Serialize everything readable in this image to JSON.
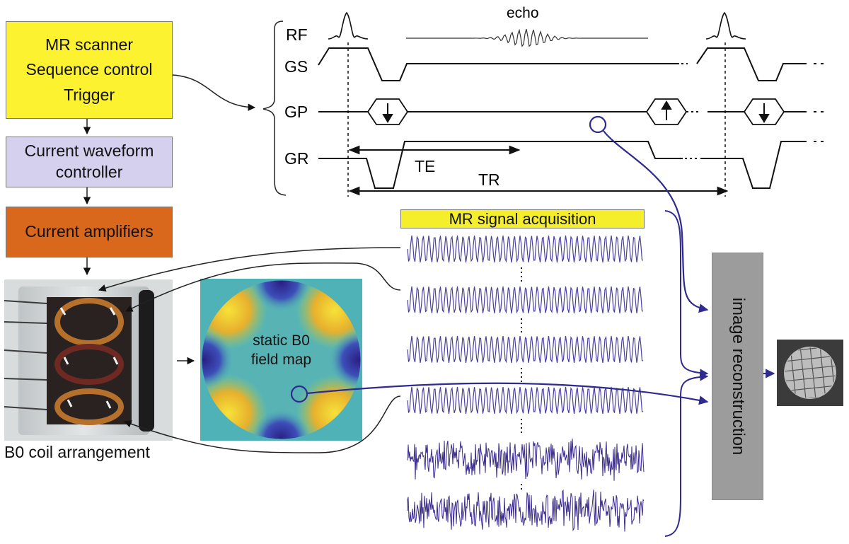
{
  "colors": {
    "scanner_box": "#fdf22f",
    "waveform_box": "#d4d0ee",
    "amplifier_box": "#d9671c",
    "signal_header": "#f5ee2a",
    "signal_line": "#4b3fa0",
    "noise_line": "#3a2a8c",
    "data_flow": "#2e2a8e",
    "recon_box": "#9c9c9c"
  },
  "blocks": {
    "scanner_lines": [
      "MR scanner",
      "Sequence control",
      "Trigger"
    ],
    "waveform_lines": [
      "Current waveform",
      "controller"
    ],
    "amplifier_label": "Current amplifiers",
    "coil_caption": "B0 coil arrangement",
    "fieldmap_lines": [
      "static B0",
      "field map"
    ],
    "signal_header": "MR signal acquisition",
    "recon_label": "image reconstruction"
  },
  "sequence": {
    "rows": [
      "RF",
      "GS",
      "GP",
      "GR"
    ],
    "echo_label": "echo",
    "te_label": "TE",
    "tr_label": "TR"
  },
  "icons": [
    "down-arrow-icon",
    "up-arrow-icon",
    "right-arrow-icon",
    "sample-point-icon"
  ]
}
